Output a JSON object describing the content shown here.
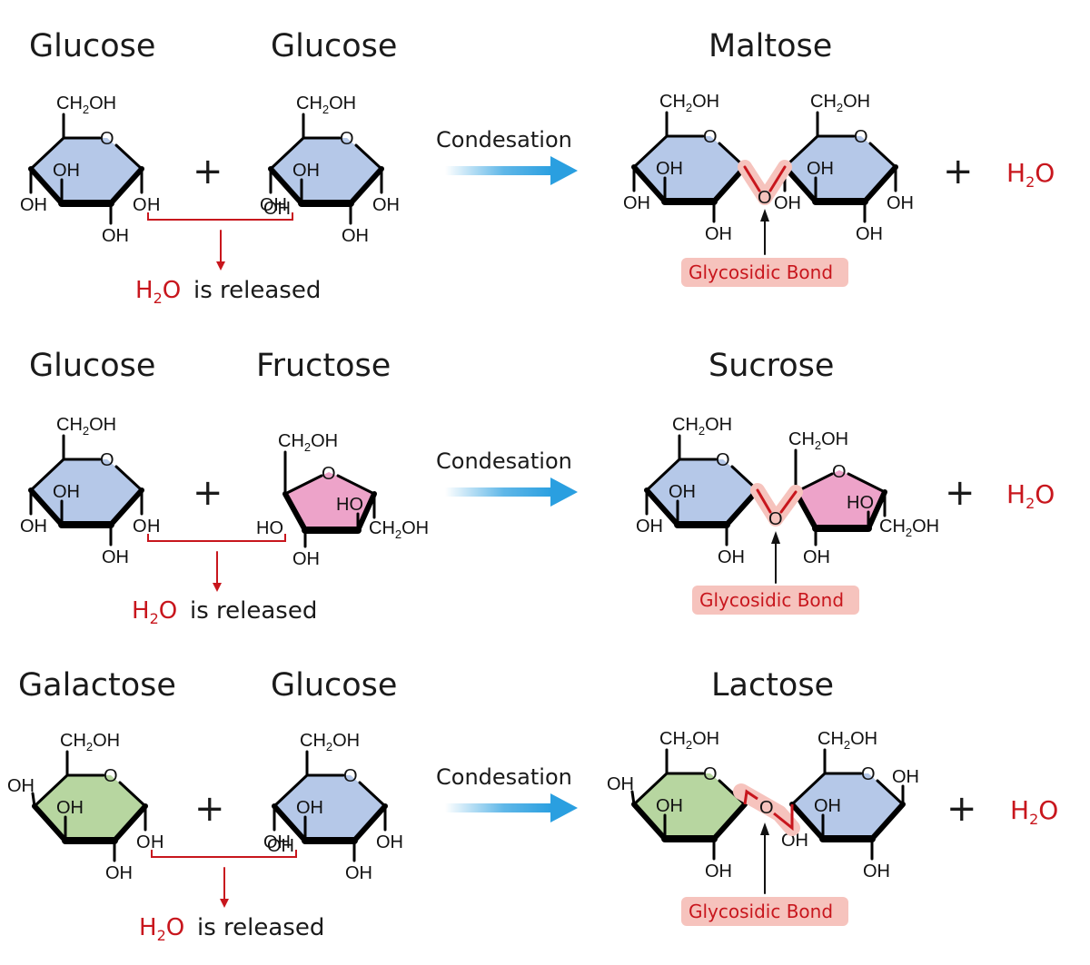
{
  "colors": {
    "glucose_fill": "#b5c8e8",
    "fructose_fill": "#eda3c9",
    "galactose_fill": "#b7d6a0",
    "bond_red": "#c8161d",
    "bond_highlight": "#f6c3bd",
    "arrow_blue": "#2a9fe0"
  },
  "labels": {
    "ch2oh": "CH",
    "ch2oh_sub": "2",
    "ch2oh_tail": "OH",
    "oh": "OH",
    "ho": "HO",
    "o": "O",
    "h": "H",
    "plus": "+",
    "condensation": "Condesation",
    "glycosidic_bond": "Glycosidic Bond",
    "h2o_h": "H",
    "h2o_sub": "2",
    "h2o_o": "O",
    "is_released": "is released"
  },
  "rows": [
    {
      "reactant_1": "Glucose",
      "reactant_2": "Glucose",
      "product": "Maltose",
      "byproduct": "H2O"
    },
    {
      "reactant_1": "Glucose",
      "reactant_2": "Fructose",
      "product": "Sucrose",
      "byproduct": "H2O"
    },
    {
      "reactant_1": "Galactose",
      "reactant_2": "Glucose",
      "product": "Lactose",
      "byproduct": "H2O"
    }
  ]
}
